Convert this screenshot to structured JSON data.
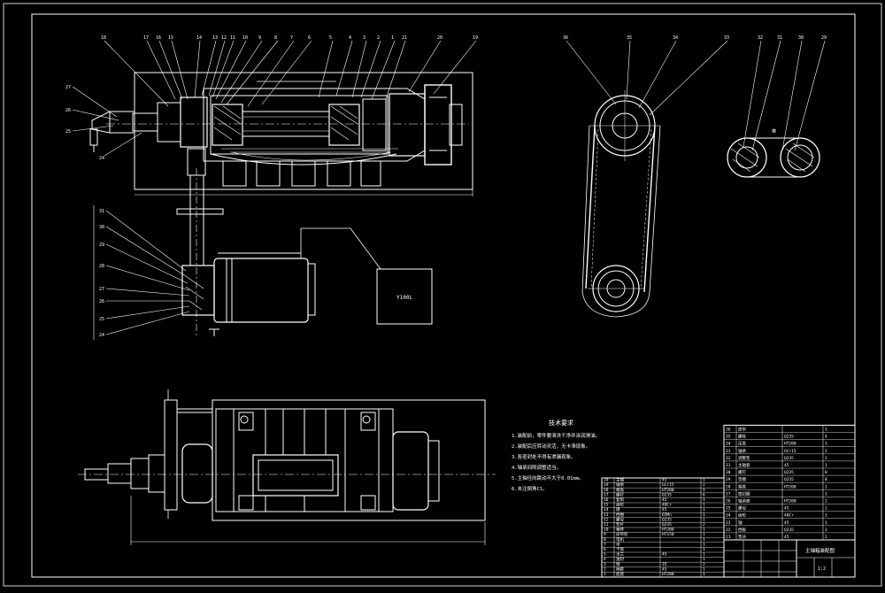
{
  "sheet": {
    "background": "#000000",
    "line_color": "#ffffff",
    "accent_color": "#ffff66"
  },
  "labels": {
    "motor_box": "Y100L",
    "belt_note": "带",
    "tech_title": "技术要求",
    "tech_lines": [
      "1.装配前，零件要清洗干净并涂润滑油。",
      "2.装配后应转动灵活，无卡滞现象。",
      "3.各密封处不得有渗漏现象。",
      "4.轴承间隙调整适当。",
      "5.主轴径向跳动不大于0.01mm。",
      "6.未注倒角C1。"
    ],
    "title_block_name": "主轴箱装配图",
    "scale_text": "1:2"
  },
  "balloons": {
    "top_row": [
      "18",
      "17",
      "16",
      "15",
      "14",
      "13",
      "12",
      "11",
      "10",
      "9",
      "8",
      "7",
      "6",
      "5",
      "4",
      "3",
      "2",
      "1",
      "21",
      "20",
      "19"
    ],
    "left_upper": [
      "27",
      "26",
      "25",
      "24"
    ],
    "left_lower": [
      "31",
      "30",
      "29",
      "28",
      "27",
      "26",
      "25",
      "24"
    ],
    "right_top": [
      "36",
      "35",
      "34",
      "33",
      "32",
      "31",
      "30",
      "29"
    ]
  },
  "parts_table_left": {
    "rows": [
      [
        "20",
        "主轴",
        "45",
        "1"
      ],
      [
        "19",
        "轴承",
        "GCr15",
        "2"
      ],
      [
        "18",
        "端盖",
        "HT200",
        "1"
      ],
      [
        "17",
        "螺钉",
        "Q235",
        "6"
      ],
      [
        "16",
        "套筒",
        "45",
        "1"
      ],
      [
        "15",
        "齿轮",
        "40Cr",
        "1"
      ],
      [
        "14",
        "键",
        "45",
        "1"
      ],
      [
        "13",
        "挡圈",
        "65Mn",
        "1"
      ],
      [
        "12",
        "螺母",
        "Q235",
        "1"
      ],
      [
        "11",
        "垫片",
        "Q235",
        "2"
      ],
      [
        "10",
        "箱体",
        "HT200",
        "1"
      ],
      [
        "9",
        "皮带轮",
        "HT150",
        "1"
      ],
      [
        "8",
        "电机",
        "",
        "1"
      ],
      [
        "7",
        "带",
        "",
        "1"
      ],
      [
        "6",
        "卡盘",
        "",
        "1"
      ],
      [
        "5",
        "法兰",
        "45",
        "1"
      ],
      [
        "4",
        "油封",
        "",
        "1"
      ],
      [
        "3",
        "销",
        "35",
        "2"
      ],
      [
        "2",
        "隔套",
        "45",
        "1"
      ],
      [
        "1",
        "底座",
        "HT200",
        "1"
      ]
    ]
  },
  "parts_table_right": {
    "rows": [
      [
        "36",
        "皮带",
        "",
        "1"
      ],
      [
        "35",
        "螺栓",
        "Q235",
        "4"
      ],
      [
        "34",
        "压盖",
        "HT200",
        "1"
      ],
      [
        "33",
        "轴承",
        "GCr15",
        "1"
      ],
      [
        "32",
        "调整垫",
        "Q235",
        "2"
      ],
      [
        "31",
        "主轴套",
        "45",
        "1"
      ],
      [
        "30",
        "螺钉",
        "Q235",
        "8"
      ],
      [
        "29",
        "垫圈",
        "Q235",
        "8"
      ],
      [
        "28",
        "端盖",
        "HT200",
        "1"
      ],
      [
        "27",
        "密封圈",
        "",
        "1"
      ],
      [
        "26",
        "轴承座",
        "HT200",
        "1"
      ],
      [
        "25",
        "螺母",
        "45",
        "1"
      ],
      [
        "24",
        "齿轮",
        "40Cr",
        "1"
      ],
      [
        "23",
        "轴",
        "45",
        "1"
      ],
      [
        "22",
        "挡板",
        "Q235",
        "1"
      ],
      [
        "21",
        "垫块",
        "45",
        "2"
      ]
    ]
  }
}
